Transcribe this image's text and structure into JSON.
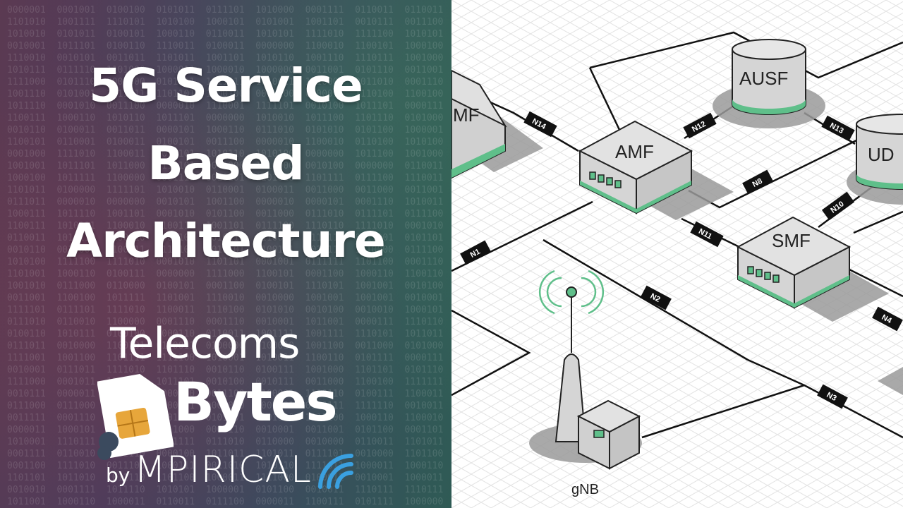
{
  "title": {
    "line1": "5G Service",
    "line2": "Based",
    "line3": "Architecture"
  },
  "brand": {
    "telecoms": "Telecoms",
    "bytes": "Bytes",
    "by": "by",
    "mpirical": "MPIRICAL",
    "sim_icon": "sim-card-icon",
    "wifi_icon": "signal-waves-icon"
  },
  "diagram": {
    "nodes": {
      "amf": "AMF",
      "smf": "SMF",
      "ausf": "AUSF",
      "udm_partial": "UD",
      "nssf_partial": "MF",
      "gnb": "gNB"
    },
    "interfaces": {
      "n1": "N1",
      "n2": "N2",
      "n3": "N3",
      "n4": "N4",
      "n8": "N8",
      "n10": "N10",
      "n11": "N11",
      "n12": "N12",
      "n13": "N13",
      "n14": "N14"
    },
    "colors": {
      "accent_green": "#5fbf8a",
      "box_grey": "#d9d9d9",
      "shadow_grey": "#9a9a9a",
      "line": "#111111"
    }
  }
}
